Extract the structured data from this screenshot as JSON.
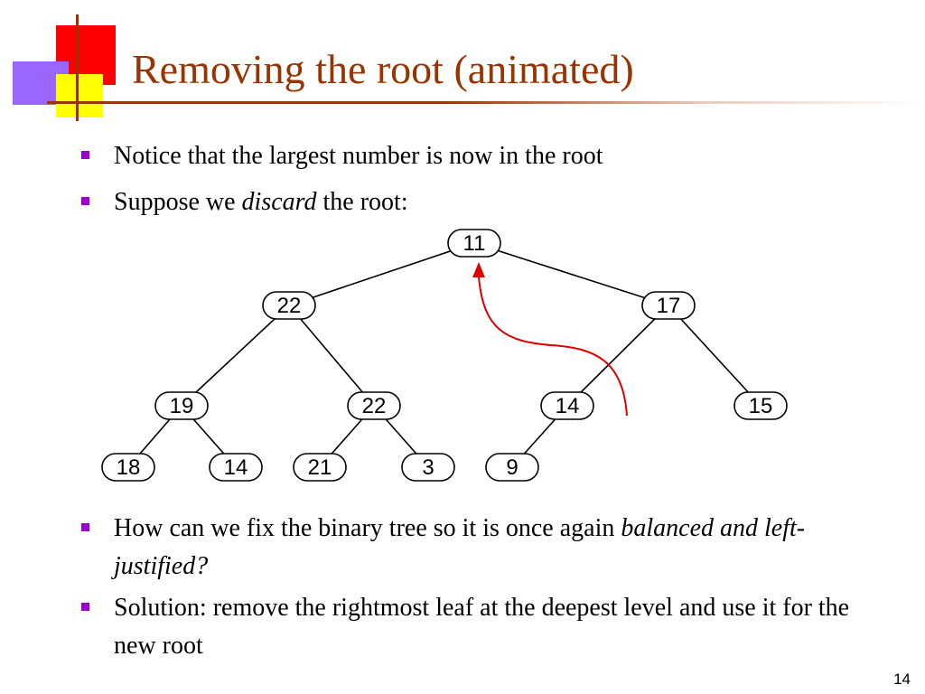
{
  "slide": {
    "title": "Removing the root (animated)",
    "page_number": "14"
  },
  "bullets": [
    {
      "text": "Notice that the largest number is now in the root"
    },
    {
      "text_before": "Suppose we ",
      "text_em": "discard",
      "text_after": " the root:"
    },
    {
      "text_before": "How can we fix the binary tree so it is once again ",
      "text_em": "balanced and left-justified?"
    },
    {
      "text": "Solution: remove the rightmost leaf at the deepest level and use it for the new root"
    }
  ],
  "tree": {
    "nodes": [
      {
        "id": "root",
        "value": "11"
      },
      {
        "id": "l",
        "value": "22"
      },
      {
        "id": "r",
        "value": "17"
      },
      {
        "id": "ll",
        "value": "19"
      },
      {
        "id": "lr",
        "value": "22"
      },
      {
        "id": "rl",
        "value": "14"
      },
      {
        "id": "rr",
        "value": "15"
      },
      {
        "id": "lll",
        "value": "18"
      },
      {
        "id": "llr",
        "value": "14"
      },
      {
        "id": "lrl",
        "value": "21"
      },
      {
        "id": "lrr",
        "value": "3"
      },
      {
        "id": "rll",
        "value": "9"
      }
    ],
    "edges": [
      [
        "root",
        "l"
      ],
      [
        "root",
        "r"
      ],
      [
        "l",
        "ll"
      ],
      [
        "l",
        "lr"
      ],
      [
        "r",
        "rl"
      ],
      [
        "r",
        "rr"
      ],
      [
        "ll",
        "lll"
      ],
      [
        "ll",
        "llr"
      ],
      [
        "lr",
        "lrl"
      ],
      [
        "lr",
        "lrr"
      ],
      [
        "rl",
        "rll"
      ]
    ],
    "arrow_color": "#dd0000",
    "node_fill": "#ffffff",
    "edge_color": "#000000"
  }
}
